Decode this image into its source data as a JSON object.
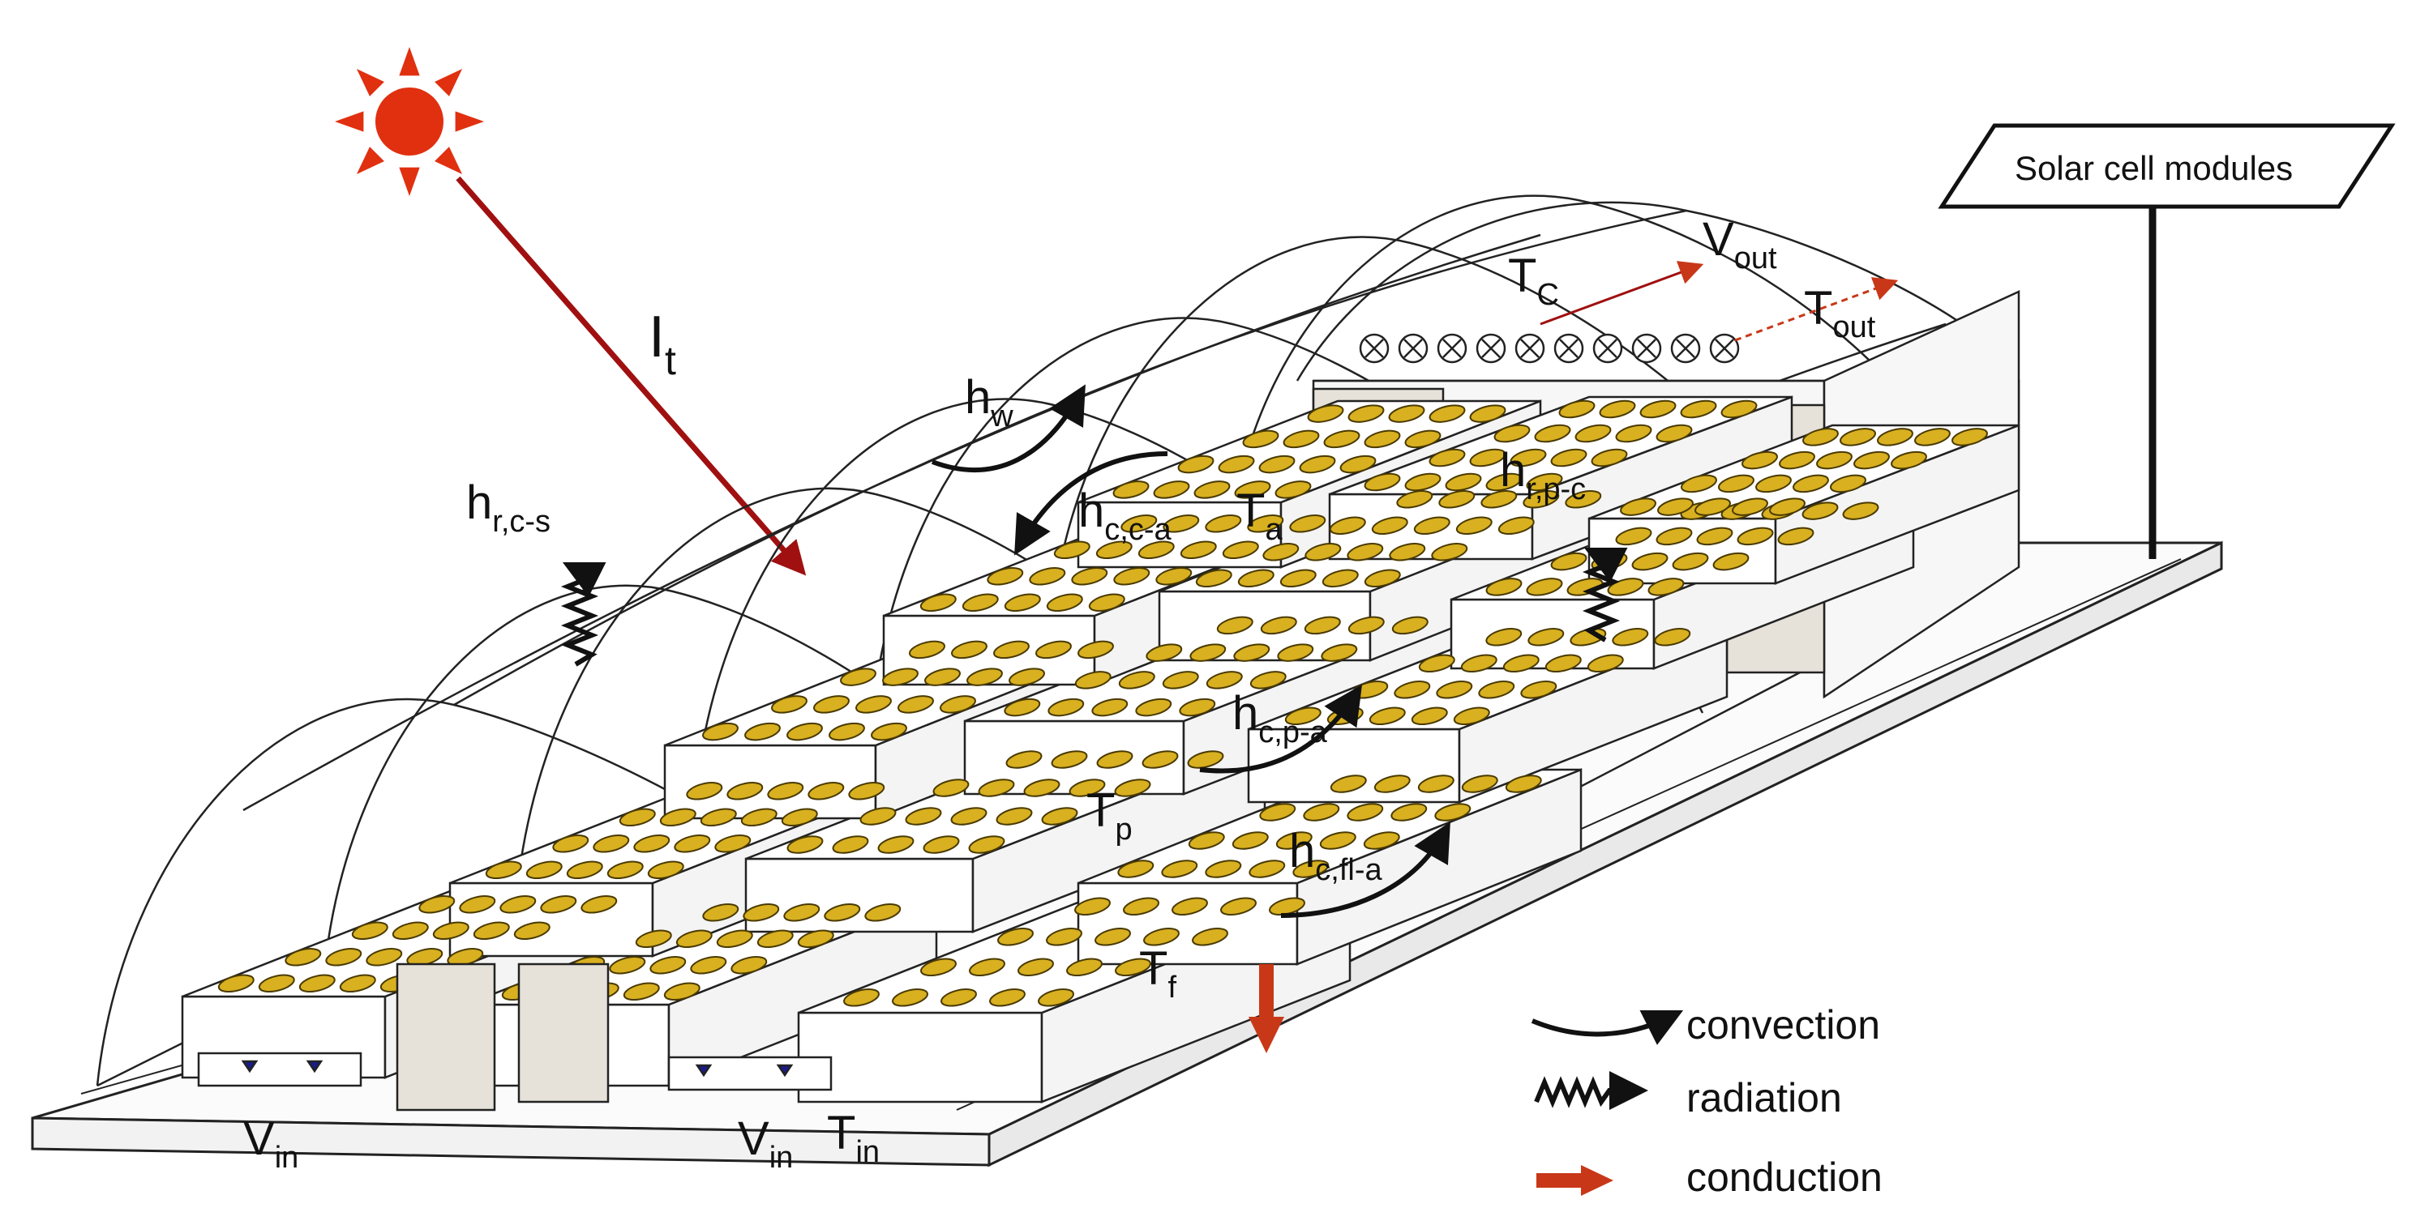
{
  "diagram": {
    "labels": {
      "irradiance": {
        "main": "I",
        "sub": "t"
      },
      "wind_coeff": {
        "main": "h",
        "sub": "w"
      },
      "rad_cover_sky": {
        "main": "h",
        "sub": "r,c-s"
      },
      "conv_cover_air": {
        "main": "h",
        "sub": "c,c-a"
      },
      "air_temp": {
        "main": "T",
        "sub": "a"
      },
      "rad_product_cover": {
        "main": "h",
        "sub": "r,p-c"
      },
      "conv_product_air": {
        "main": "h",
        "sub": "c,p-a"
      },
      "product_temp": {
        "main": "T",
        "sub": "p"
      },
      "conv_floor_air": {
        "main": "h",
        "sub": "c,fl-a"
      },
      "floor_temp": {
        "main": "T",
        "sub": "f"
      },
      "cover_temp": {
        "main": "T",
        "sub": "C"
      },
      "outlet_velocity": {
        "main": "V",
        "sub": "out"
      },
      "outlet_temp": {
        "main": "T",
        "sub": "out"
      },
      "inlet_velocity_left": {
        "main": "V",
        "sub": "in"
      },
      "inlet_velocity_right": {
        "main": "V",
        "sub": "in"
      },
      "inlet_temp": {
        "main": "T",
        "sub": "in"
      }
    },
    "solar_panel_label": "Solar cell modules",
    "legend": {
      "convection": "convection",
      "radiation": "radiation",
      "conduction": "conduction"
    },
    "colors": {
      "sun": "#e03010",
      "ray": "#a01010",
      "beans": "#d8b020",
      "bean_edge": "#4a3a00",
      "conduction": "#c83818",
      "door_fill": "#e6e2da",
      "line": "#222222"
    }
  }
}
